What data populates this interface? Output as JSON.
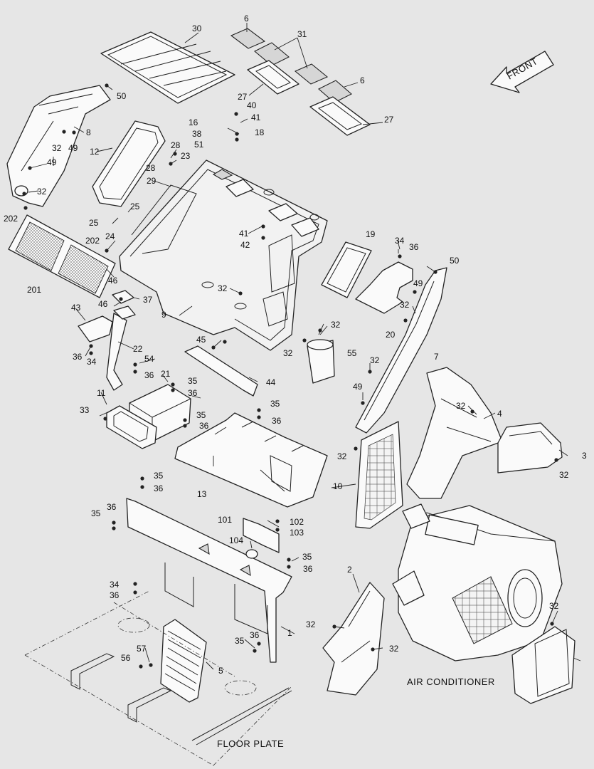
{
  "direction_arrow": {
    "label": "FRONT"
  },
  "captions": {
    "air_conditioner": "AIR CONDITIONER",
    "floor_plate": "FLOOR PLATE"
  },
  "callouts": [
    "6",
    "30",
    "31",
    "6",
    "50",
    "27",
    "27",
    "40",
    "16",
    "41",
    "38",
    "18",
    "8",
    "51",
    "28",
    "32",
    "49",
    "12",
    "23",
    "28",
    "49",
    "29",
    "32",
    "202",
    "25",
    "25",
    "24",
    "19",
    "34",
    "41",
    "42",
    "202",
    "36",
    "50",
    "46",
    "49",
    "201",
    "46",
    "32",
    "37",
    "43",
    "32",
    "9",
    "20",
    "32",
    "45",
    "36",
    "34",
    "22",
    "32",
    "55",
    "54",
    "7",
    "36",
    "21",
    "44",
    "35",
    "32",
    "36",
    "11",
    "35",
    "49",
    "33",
    "36",
    "35",
    "36",
    "32",
    "4",
    "3",
    "32",
    "32",
    "36",
    "35",
    "13",
    "10",
    "36",
    "35",
    "101",
    "102",
    "103",
    "104",
    "35",
    "36",
    "2",
    "34",
    "36",
    "32",
    "1",
    "35",
    "36",
    "32",
    "32",
    "57",
    "56",
    "5"
  ],
  "icons": [
    "front-arrow-icon"
  ]
}
